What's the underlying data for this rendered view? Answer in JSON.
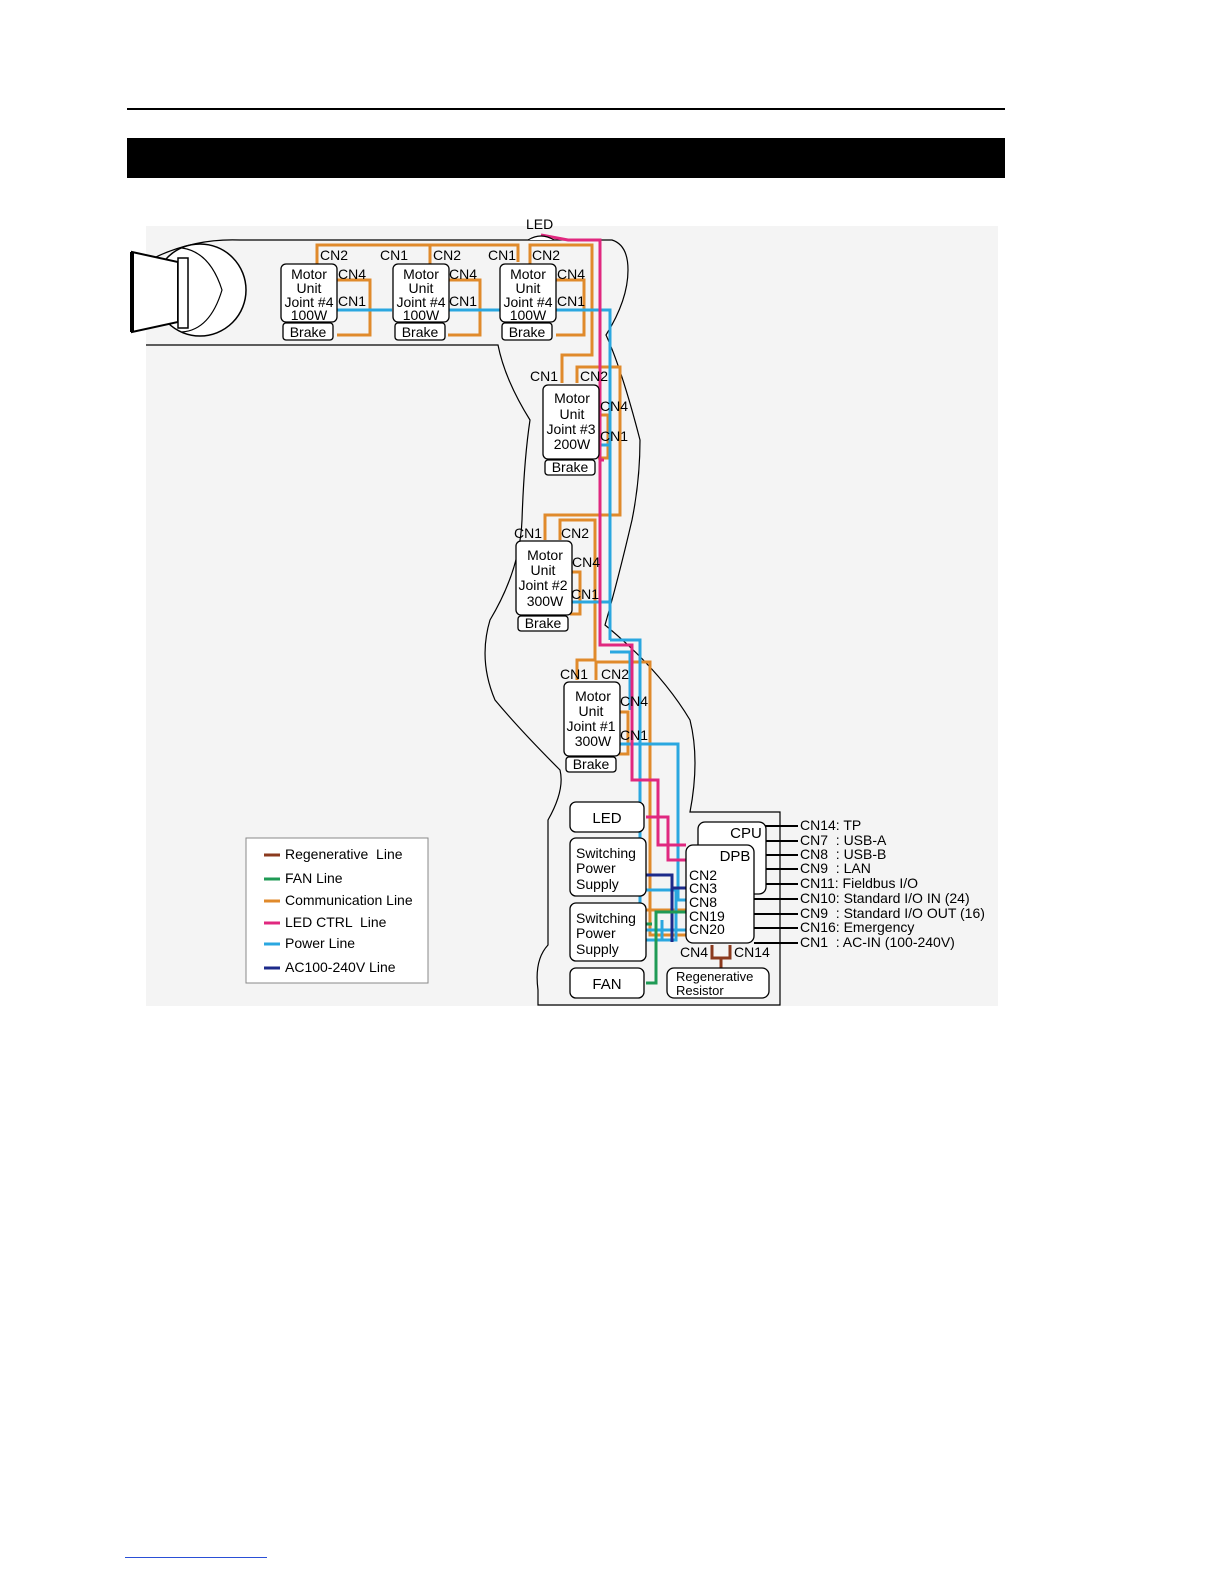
{
  "colors": {
    "regenerative": "#8b3a1e",
    "fan": "#1f9a55",
    "communication": "#e08a2b",
    "led_ctrl": "#e0287f",
    "power": "#2aa7e0",
    "ac": "#1c2a8a"
  },
  "diagram": {
    "led_top": "LED",
    "cn1": "CN1",
    "cn2": "CN2",
    "cn4": "CN4",
    "cn14": "CN14",
    "motor_j4": [
      "Motor",
      "Unit",
      "Joint #4",
      "100W"
    ],
    "motor_j3": [
      "Motor",
      "Unit",
      "Joint #3",
      "200W"
    ],
    "motor_j2": [
      "Motor",
      "Unit",
      "Joint #2",
      "300W"
    ],
    "motor_j1": [
      "Motor",
      "Unit",
      "Joint #1",
      "300W"
    ],
    "brake": "Brake",
    "led_box": "LED",
    "switching_power_supply": [
      "Switching",
      "Power",
      "Supply"
    ],
    "fan_box": "FAN",
    "cpu": "CPU",
    "dpb": "DPB",
    "dpb_ports": [
      "CN2",
      "CN3",
      "CN8",
      "CN19",
      "CN20"
    ],
    "regen_resistor": [
      "Regenerative",
      "Resistor"
    ],
    "connectors": [
      "CN14: TP",
      "CN7  : USB-A",
      "CN8  : USB-B",
      "CN9  : LAN",
      "CN11: Fieldbus I/O",
      "CN10: Standard I/O IN (24)",
      "CN9  : Standard I/O OUT (16)",
      "CN16: Emergency",
      "CN1  : AC-IN (100-240V)"
    ]
  },
  "legend": [
    {
      "label": "Regenerative  Line",
      "color": "#8b3a1e"
    },
    {
      "label": "FAN Line",
      "color": "#1f9a55"
    },
    {
      "label": "Communication Line",
      "color": "#e08a2b"
    },
    {
      "label": "LED CTRL  Line",
      "color": "#e0287f"
    },
    {
      "label": "Power Line",
      "color": "#2aa7e0"
    },
    {
      "label": "AC100-240V Line",
      "color": "#1c2a8a"
    }
  ]
}
